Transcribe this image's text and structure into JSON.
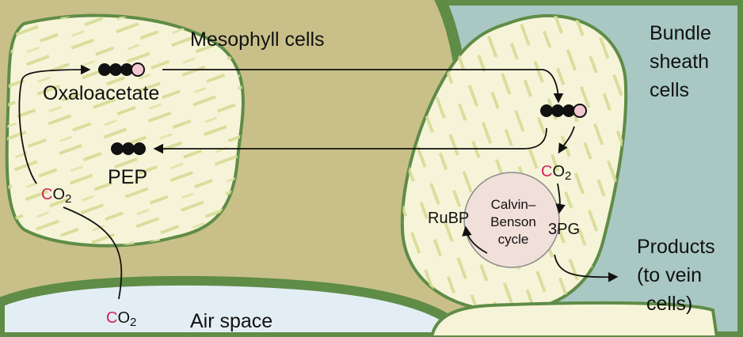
{
  "regions": {
    "mesophyll": "Mesophyll cells",
    "bundle_sheath": [
      "Bundle",
      "sheath",
      "cells"
    ],
    "air_space": "Air space"
  },
  "molecules": {
    "oxaloacetate": "Oxaloacetate",
    "pep": "PEP",
    "rubp": "RuBP",
    "three_pg": "3PG",
    "co2_carbon": "C",
    "co2_oxygen": "O",
    "co2_subscript": "2"
  },
  "calvin_cycle": [
    "Calvin–",
    "Benson",
    "cycle"
  ],
  "products": [
    "Products",
    "(to vein",
    "cells)"
  ],
  "colors": {
    "mesophyll_fill": "#c9c089",
    "bundle_sheath_fill": "#a9c8c3",
    "chloroplast_fill": "#f6f4d8",
    "air_space_fill": "#e3eef4",
    "cell_wall": "#5f8c47",
    "highlight_carbon": "#d6205a"
  }
}
